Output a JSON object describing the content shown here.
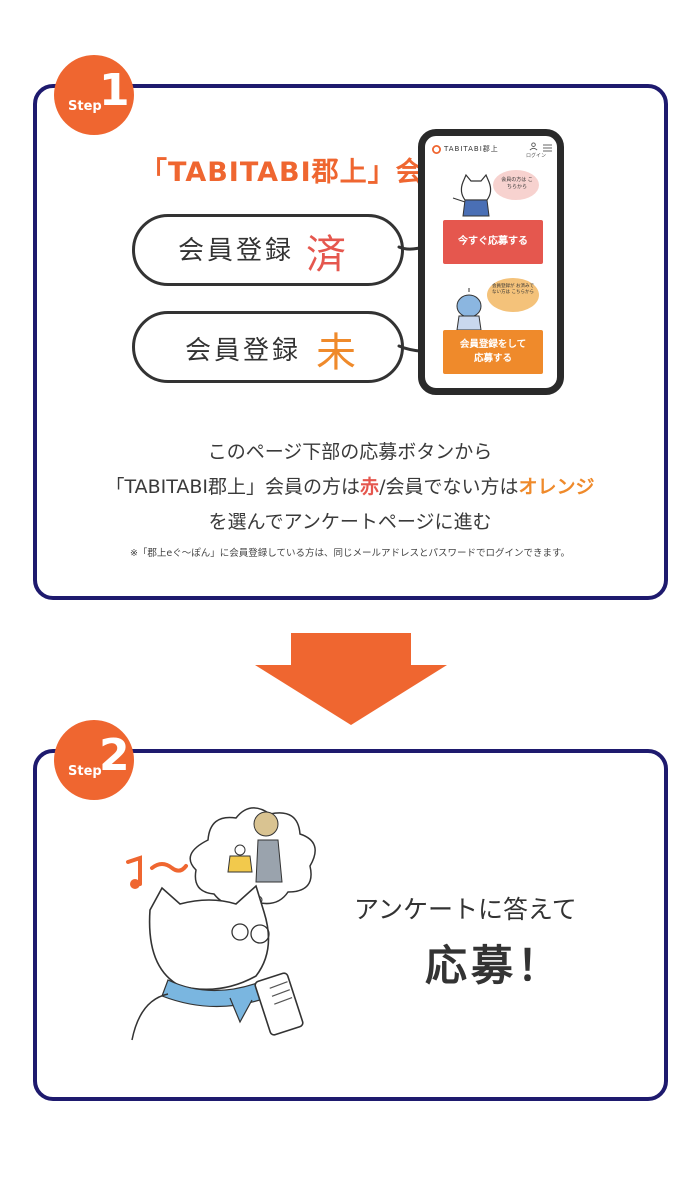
{
  "step1": {
    "label": "Step",
    "number": "1",
    "heading": "「TABITABI郡上」会員",
    "registered_label": "会員登録",
    "registered_mark": "済",
    "unregistered_label": "会員登録",
    "unregistered_mark": "未",
    "phone": {
      "site_name": "TABITABI郡上",
      "login_label": "ログイン",
      "bubble1": "会員の方は こちらから",
      "button1": "今すぐ応募する",
      "bubble2": "会員登録が お済みでない方は こちらから",
      "button2_line1": "会員登録をして",
      "button2_line2": "応募する"
    },
    "instruction": {
      "line1": "このページ下部の応募ボタンから",
      "line2_a": "「TABITABI郡上」会員の方は",
      "line2_red": "赤",
      "line2_b": "/会員でない方は",
      "line2_orange": "オレンジ",
      "line3": "を選んでアンケートページに進む"
    },
    "note": "※「郡上eぐ〜ぽん」に会員登録している方は、同じメールアドレスとパスワードでログインできます。"
  },
  "step2": {
    "label": "Step",
    "number": "2",
    "line1": "アンケートに答えて",
    "line2": "応募！"
  },
  "colors": {
    "frame": "#1e1a6e",
    "accent_orange": "#ef6630",
    "red_button": "#e5574e",
    "orange_button": "#ef8a2b"
  }
}
